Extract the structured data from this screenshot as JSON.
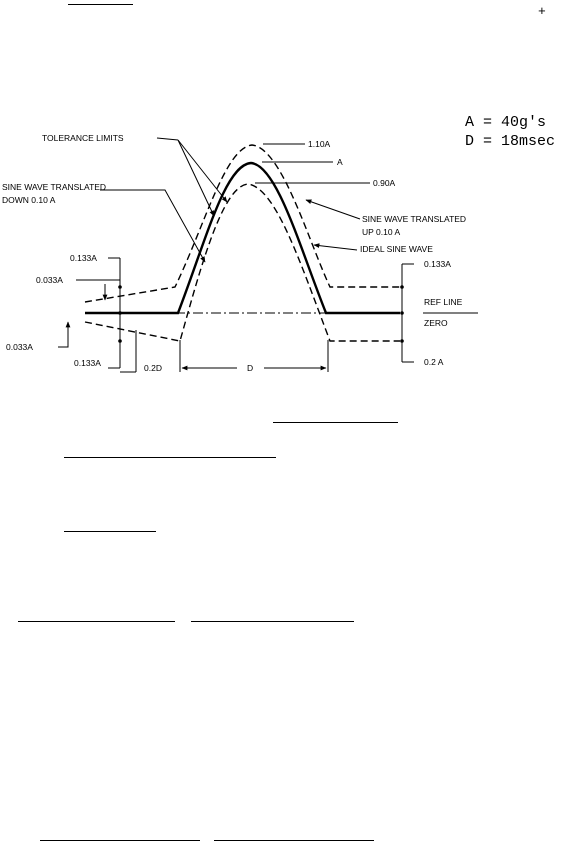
{
  "header": {
    "plus_sign": "+"
  },
  "parameters": {
    "amplitude": "A = 40g's",
    "duration": "D = 18msec"
  },
  "diagram": {
    "labels": {
      "tolerance_limits": "TOLERANCE LIMITS",
      "upper_limit": "1.10A",
      "peak": "A",
      "lower_limit": "0.90A",
      "translated_down_1": "SINE WAVE TRANSLATED",
      "translated_down_2": "DOWN 0.10 A",
      "translated_up_1": "SINE WAVE TRANSLATED",
      "translated_up_2": "UP 0.10 A",
      "ideal": "IDEAL SINE WAVE",
      "upper_band_right": "0.133A",
      "ref_line": "REF LINE",
      "zero": "ZERO",
      "lower_band_right": "0.2 A",
      "upper_band_left": "0.133A",
      "inner_upper_left": "0.033A",
      "inner_lower_left": "0.033A",
      "lower_band_left": "0.133A",
      "pre_pulse": "0.2D",
      "duration": "D"
    }
  },
  "colors": {
    "ink": "#000000",
    "paper": "#ffffff"
  }
}
